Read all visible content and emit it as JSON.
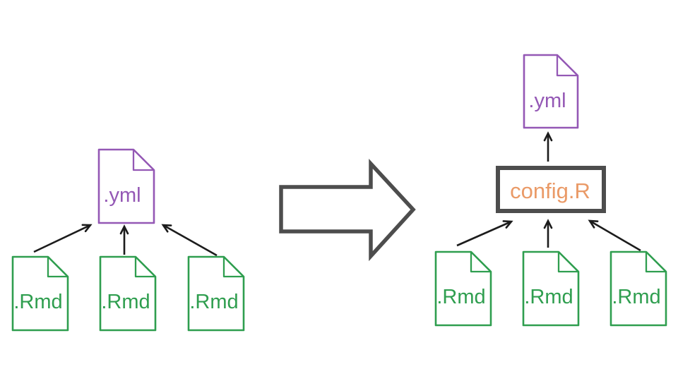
{
  "colors": {
    "purple": "#9458b5",
    "green": "#2f9e4f",
    "orange": "#ea9a67",
    "gray": "#4d4d4d",
    "black": "#1c1c1c",
    "background": "#ffffff"
  },
  "icons": {
    "file": "document-with-folded-corner-icon",
    "transition": "right-block-arrow-icon",
    "dependency": "open-head-arrow-icon"
  },
  "before": {
    "yml_file": {
      "label": ".yml"
    },
    "rmd_files": [
      {
        "label": ".Rmd"
      },
      {
        "label": ".Rmd"
      },
      {
        "label": ".Rmd"
      }
    ]
  },
  "after": {
    "yml_file": {
      "label": ".yml"
    },
    "config_box": {
      "label": "config.R"
    },
    "rmd_files": [
      {
        "label": ".Rmd"
      },
      {
        "label": ".Rmd"
      },
      {
        "label": ".Rmd"
      }
    ]
  }
}
